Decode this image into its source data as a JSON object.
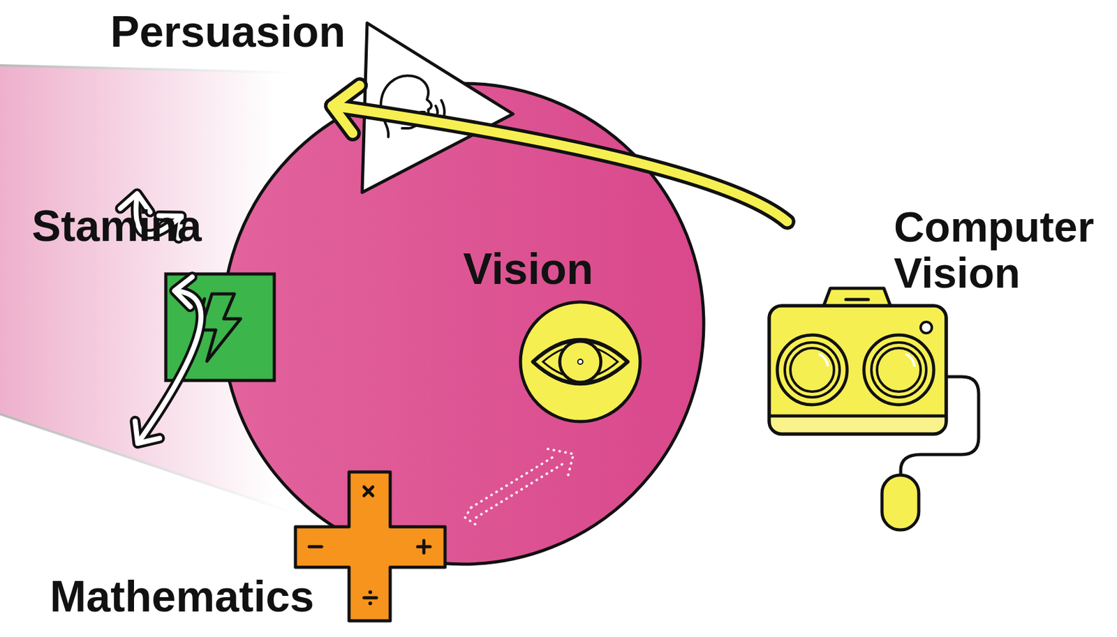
{
  "diagram": {
    "nodes": [
      {
        "text": [
          "Persuasion"
        ]
      },
      {
        "text": [
          "Stamina"
        ]
      },
      {
        "text": [
          "Vision"
        ]
      },
      {
        "text": [
          "Computer Vision"
        ]
      },
      {
        "text": [
          "Mathematics"
        ]
      }
    ],
    "edges": [
      {
        "from": 0,
        "to": 1,
        "arrow": "both"
      },
      {
        "from": 1,
        "to": 4,
        "arrow": "both"
      },
      {
        "from": 3,
        "to": 2,
        "arrow": "to"
      }
    ]
  }
}
